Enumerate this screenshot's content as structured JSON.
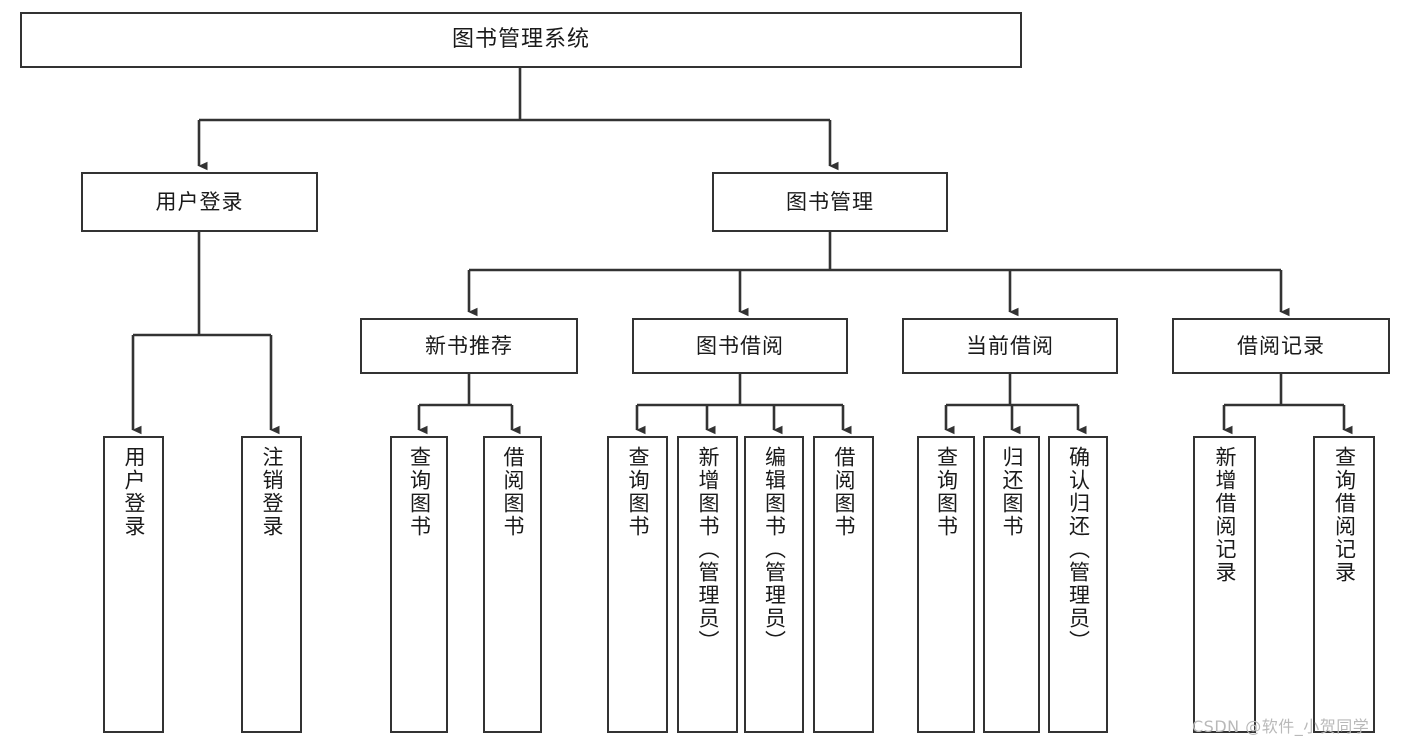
{
  "diagram": {
    "type": "tree-hierarchy",
    "title": "图书管理系统",
    "background_color": "#ffffff",
    "box_border_color": "#333333",
    "text_color": "#1a1a1a",
    "edge_color": "#333333",
    "root": {
      "id": "root",
      "label": "图书管理系统"
    },
    "level1": [
      {
        "id": "user-login",
        "label": "用户登录"
      },
      {
        "id": "book-manage",
        "label": "图书管理"
      }
    ],
    "level2": [
      {
        "id": "new-book-recommend",
        "label": "新书推荐",
        "parent": "book-manage"
      },
      {
        "id": "book-borrow",
        "label": "图书借阅",
        "parent": "book-manage"
      },
      {
        "id": "current-borrow",
        "label": "当前借阅",
        "parent": "book-manage"
      },
      {
        "id": "borrow-record",
        "label": "借阅记录",
        "parent": "book-manage"
      }
    ],
    "leaves": {
      "user-login": [
        {
          "id": "leaf-user-login",
          "label": "用户登录"
        },
        {
          "id": "leaf-user-logout",
          "label": "注销登录"
        }
      ],
      "new-book-recommend": [
        {
          "id": "leaf-query-book-1",
          "label": "查询图书"
        },
        {
          "id": "leaf-borrow-book-1",
          "label": "借阅图书"
        }
      ],
      "book-borrow": [
        {
          "id": "leaf-query-book-2",
          "label": "查询图书"
        },
        {
          "id": "leaf-add-book",
          "label": "新增图书（管理员）"
        },
        {
          "id": "leaf-edit-book",
          "label": "编辑图书（管理员）"
        },
        {
          "id": "leaf-borrow-book-2",
          "label": "借阅图书"
        }
      ],
      "current-borrow": [
        {
          "id": "leaf-query-book-3",
          "label": "查询图书"
        },
        {
          "id": "leaf-return-book",
          "label": "归还图书"
        },
        {
          "id": "leaf-confirm-return",
          "label": "确认归还（管理员）"
        }
      ],
      "borrow-record": [
        {
          "id": "leaf-add-record",
          "label": "新增借阅记录"
        },
        {
          "id": "leaf-query-record",
          "label": "查询借阅记录"
        }
      ]
    }
  },
  "watermark": {
    "text": "CSDN @软件_小贺同学"
  }
}
